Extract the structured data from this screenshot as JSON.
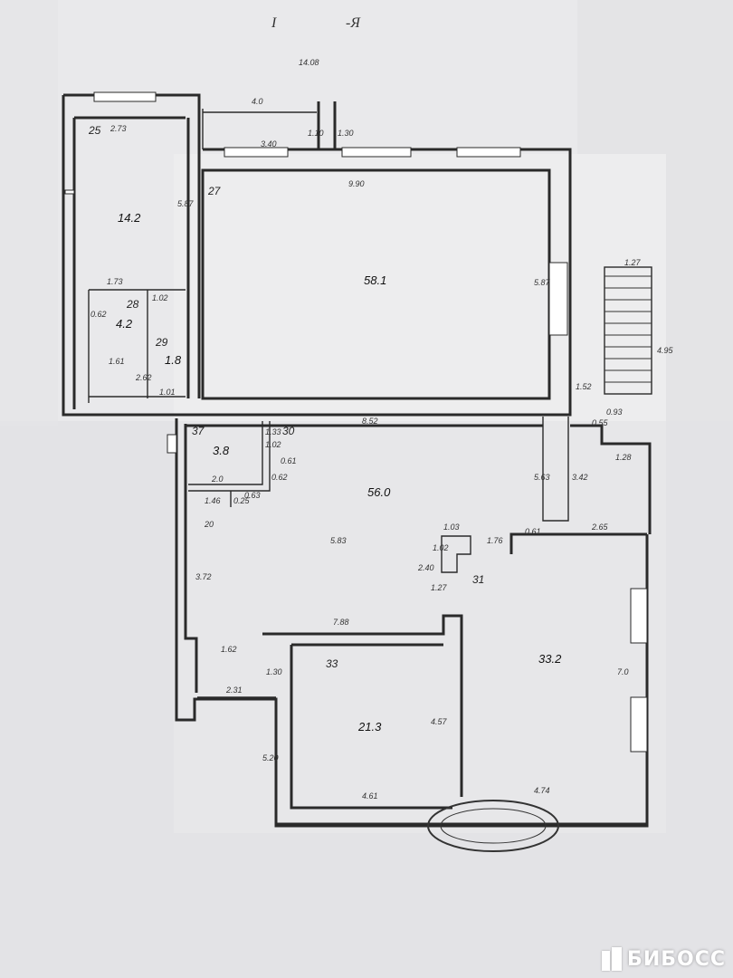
{
  "header": {
    "floor_label": "I",
    "section_label": "-Я",
    "total_width": "14.08"
  },
  "rooms": [
    {
      "number": "25",
      "area": "14.2"
    },
    {
      "number": "27",
      "area": "58.1"
    },
    {
      "number": "28",
      "area": "4.2"
    },
    {
      "number": "29",
      "area": "1.8"
    },
    {
      "number": "37",
      "area": "3.8"
    },
    {
      "number": "30",
      "area": "56.0"
    },
    {
      "number": "31",
      "area": "33.2"
    },
    {
      "number": "33",
      "area": "21.3"
    }
  ],
  "dimensions": [
    "2.73",
    "4.0",
    "1.10",
    "1.30",
    "3.40",
    "9.90",
    "5.87",
    "5.87",
    "1.73",
    "1.02",
    "0.62",
    "1.61",
    "2.62",
    "1.01",
    "1.27",
    "4.95",
    "1.52",
    "0.55",
    "0.93",
    "1.28",
    "8.52",
    "1.33",
    "1.02",
    "0.62",
    "2.0",
    "1.46",
    "0.25",
    "0.61",
    "5.83",
    "5.63",
    "3.42",
    "0.61",
    "2.65",
    "1.03",
    "1.02",
    "2.40",
    "1.27",
    "1.76",
    "3.72",
    "7.88",
    "1.62",
    "1.30",
    "2.31",
    "5.20",
    "4.57",
    "4.61",
    "4.74",
    "7.0",
    "0.63",
    "20"
  ],
  "watermark": {
    "text": "БИБОСС"
  },
  "colors": {
    "paper": "#f3f3f3",
    "background": "#e4e4e6",
    "line": "#2a2a2a",
    "upper_sheet": "#e9e9eb"
  }
}
